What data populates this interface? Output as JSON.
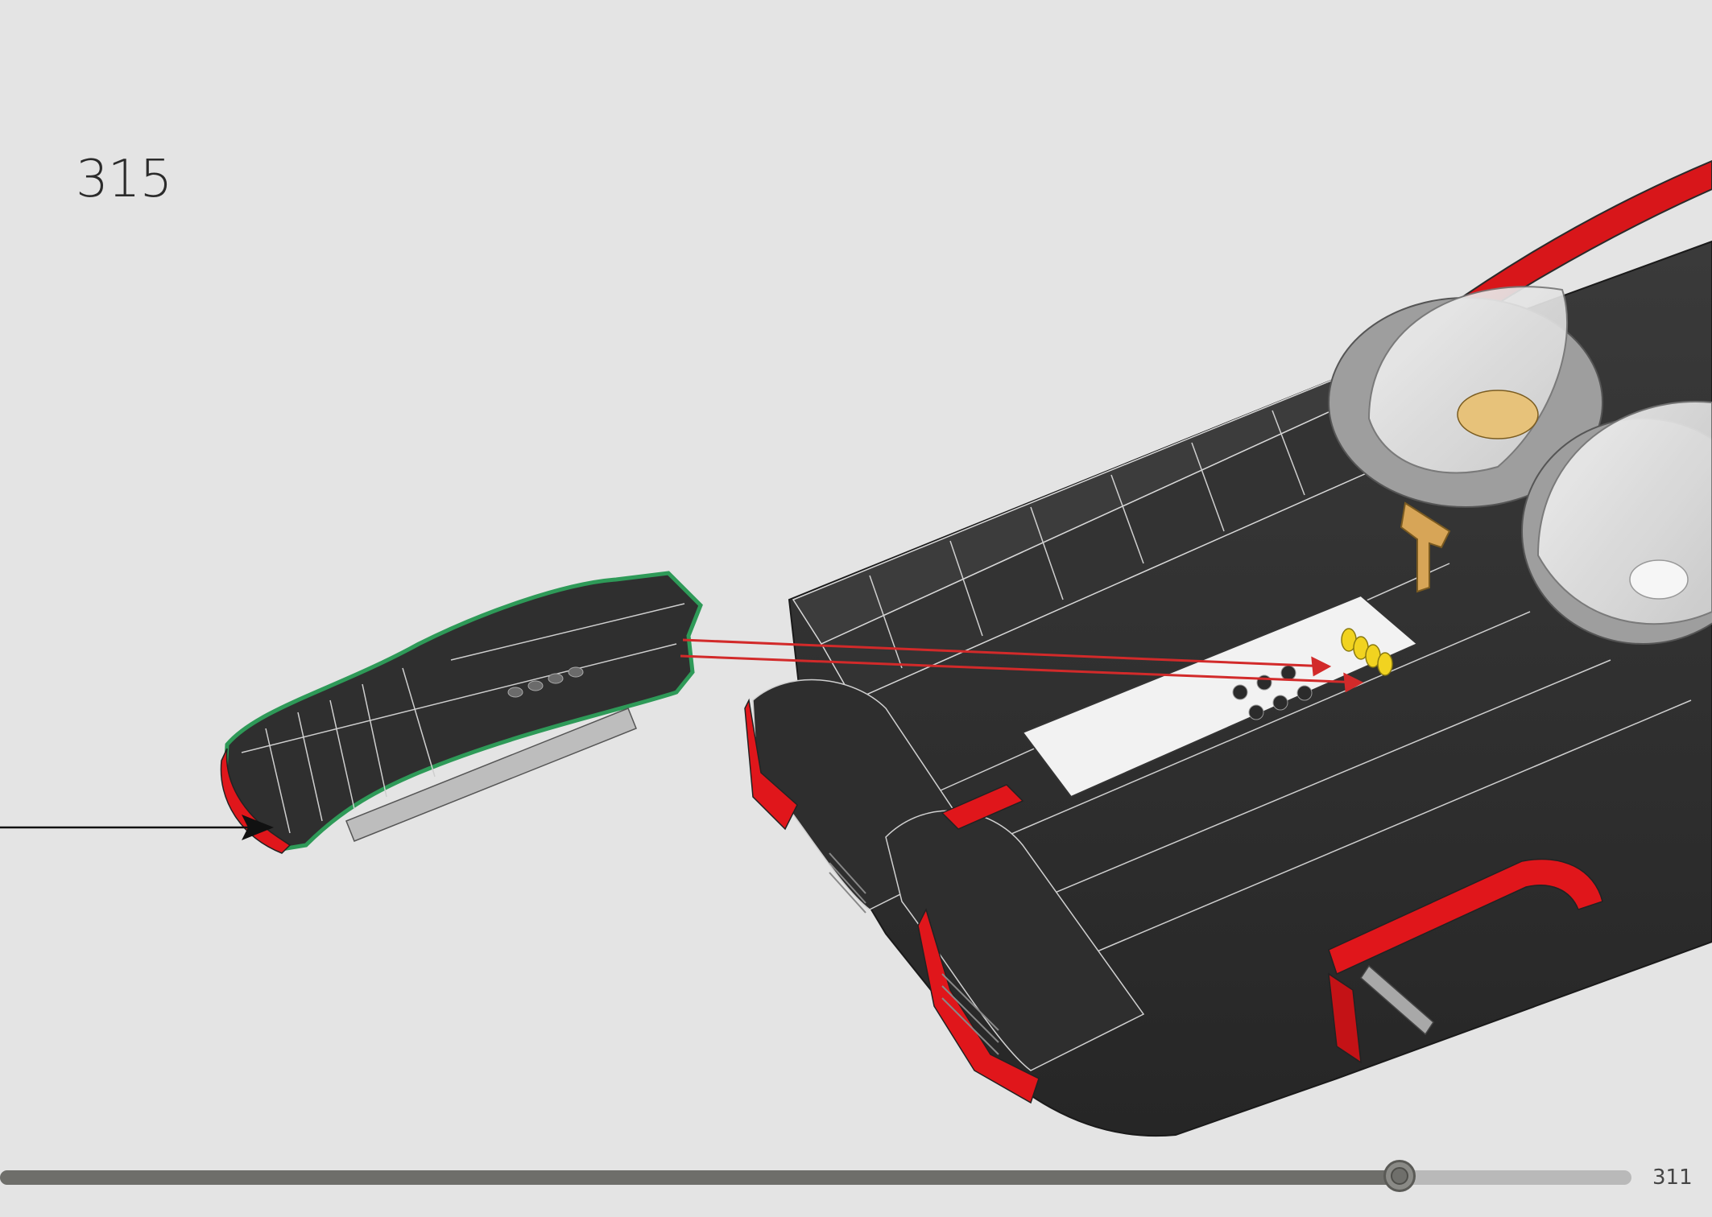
{
  "step": {
    "number": "315"
  },
  "footer": {
    "page_number": "311",
    "progress": 0.858
  },
  "colors": {
    "background": "#e4e4e4",
    "brick_black": "#2d2d2d",
    "brick_red": "#e0161b",
    "highlight_outline": "#2e9a58",
    "callout_arrow": "#d22a2a",
    "progress_fill": "#6e6e6a",
    "progress_track": "#b9b9b9"
  },
  "icons": {
    "pointer_arrow": "arrow-right-icon",
    "progress_knob": "slider-knob-icon"
  }
}
